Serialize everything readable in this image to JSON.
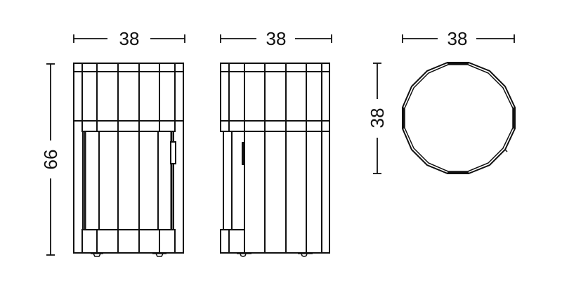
{
  "diagram": {
    "type": "technical-dimension-drawing",
    "subject": "cylindrical cabinet with door",
    "units_implied": "cm",
    "line_color": "#111111",
    "background_color": "#ffffff",
    "views": [
      {
        "id": "front",
        "name": "Front view",
        "dimensions": {
          "width": {
            "value": "38",
            "orientation": "horizontal"
          },
          "height": {
            "value": "66",
            "orientation": "vertical"
          }
        },
        "features": [
          "vertical slats",
          "top band",
          "door panel",
          "door handle",
          "two feet"
        ]
      },
      {
        "id": "side",
        "name": "Side view",
        "dimensions": {
          "width": {
            "value": "38",
            "orientation": "horizontal"
          }
        },
        "features": [
          "vertical slats",
          "top band",
          "open door edge",
          "door handle",
          "two feet"
        ]
      },
      {
        "id": "top",
        "name": "Top view",
        "dimensions": {
          "width": {
            "value": "38",
            "orientation": "horizontal"
          },
          "depth": {
            "value": "38",
            "orientation": "vertical"
          }
        },
        "features": [
          "16-sided polygon outline"
        ]
      }
    ]
  },
  "labels": {
    "front_width": "38",
    "front_height": "66",
    "side_width": "38",
    "top_width": "38",
    "top_depth": "38"
  }
}
